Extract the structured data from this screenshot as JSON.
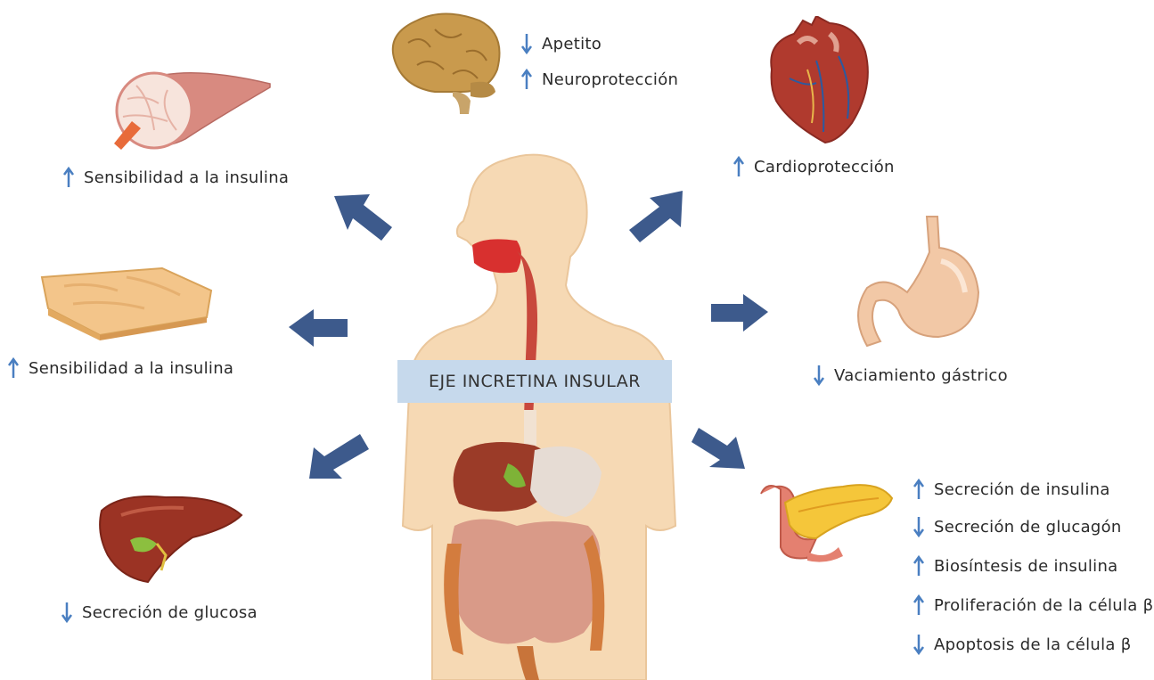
{
  "center_label": "EJE INCRETINA INSULAR",
  "colors": {
    "up_arrow": "#4a7fc1",
    "big_arrow": "#3d5a8c",
    "box": "#c6d9ec",
    "skin": "#f6d9b4"
  },
  "organs": {
    "brain": {
      "icon": "brain-icon",
      "effects": [
        {
          "direction": "down",
          "text": "Apetito"
        },
        {
          "direction": "up",
          "text": "Neuroprotección"
        }
      ]
    },
    "heart": {
      "icon": "heart-icon",
      "effects": [
        {
          "direction": "up",
          "text": "Cardioprotección"
        }
      ]
    },
    "muscle": {
      "icon": "muscle-icon",
      "effects": [
        {
          "direction": "up",
          "text": "Sensibilidad a la insulina"
        }
      ]
    },
    "adipose": {
      "icon": "adipose-tissue-icon",
      "effects": [
        {
          "direction": "up",
          "text": "Sensibilidad a la insulina"
        }
      ]
    },
    "stomach": {
      "icon": "stomach-icon",
      "effects": [
        {
          "direction": "down",
          "text": "Vaciamiento gástrico"
        }
      ]
    },
    "liver": {
      "icon": "liver-icon",
      "effects": [
        {
          "direction": "down",
          "text": "Secreción de glucosa"
        }
      ]
    },
    "pancreas": {
      "icon": "pancreas-icon",
      "effects": [
        {
          "direction": "up",
          "text": "Secreción de insulina"
        },
        {
          "direction": "down",
          "text": "Secreción de glucagón"
        },
        {
          "direction": "up",
          "text": "Biosíntesis de insulina"
        },
        {
          "direction": "up",
          "text": "Proliferación de la célula β"
        },
        {
          "direction": "down",
          "text": "Apoptosis de la célula β"
        }
      ]
    }
  }
}
